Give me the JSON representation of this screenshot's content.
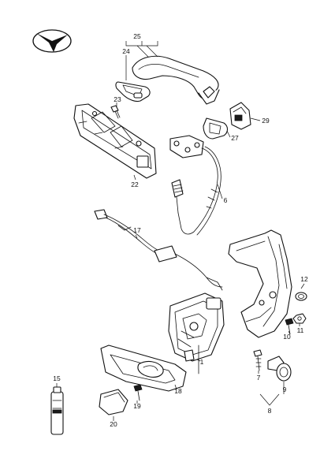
{
  "diagram": {
    "callouts": [
      {
        "id": "c1",
        "label": "1"
      },
      {
        "id": "c6",
        "label": "6"
      },
      {
        "id": "c7",
        "label": "7"
      },
      {
        "id": "c8",
        "label": "8"
      },
      {
        "id": "c9",
        "label": "9"
      },
      {
        "id": "c10",
        "label": "10"
      },
      {
        "id": "c11",
        "label": "11"
      },
      {
        "id": "c12",
        "label": "12"
      },
      {
        "id": "c15",
        "label": "15"
      },
      {
        "id": "c17",
        "label": "17"
      },
      {
        "id": "c18",
        "label": "18"
      },
      {
        "id": "c19",
        "label": "19"
      },
      {
        "id": "c20",
        "label": "20"
      },
      {
        "id": "c22",
        "label": "22"
      },
      {
        "id": "c23",
        "label": "23"
      },
      {
        "id": "c24",
        "label": "24"
      },
      {
        "id": "c25",
        "label": "25"
      },
      {
        "id": "c27",
        "label": "27"
      },
      {
        "id": "c29",
        "label": "29"
      }
    ],
    "icons": {
      "direction_logo": "car-direction-icon"
    },
    "colors": {
      "line": "#111111",
      "background": "#ffffff"
    }
  }
}
